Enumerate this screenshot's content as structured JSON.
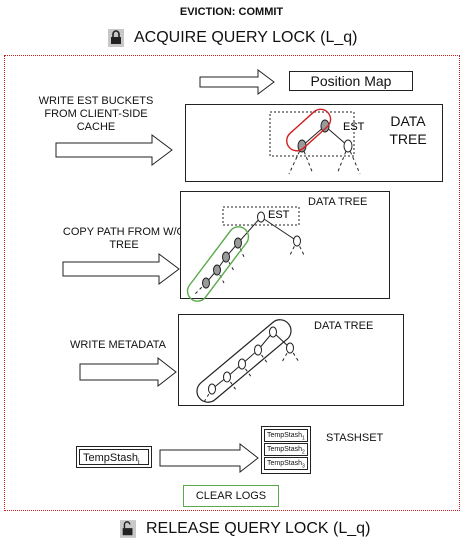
{
  "title": "EVICTION: COMMIT",
  "acquire_lock": "ACQUIRE QUERY LOCK (L_q)",
  "release_lock": "RELEASE QUERY LOCK (L_q)",
  "steps": {
    "position_map": "Position Map",
    "write_est": "WRITE EST BUCKETS FROM CLIENT-SIDE CACHE",
    "copy_path": "COPY PATH FROM W/O TREE",
    "write_metadata": "WRITE METADATA"
  },
  "trees": {
    "tree1_label_line1": "DATA",
    "tree1_label_line2": "TREE",
    "tree2_label": "DATA TREE",
    "tree3_label": "DATA TREE",
    "est": "EST"
  },
  "stash": {
    "temp_stash": "TempStash",
    "temp_stash_sub": "i",
    "stashset_label": "STASHSET",
    "rows": [
      {
        "text": "TempStash",
        "sub": "1"
      },
      {
        "text": "TempStash",
        "sub": "2"
      },
      {
        "text": "TempStash",
        "sub": "3"
      }
    ]
  },
  "clear_logs": "CLEAR LOGS",
  "colors": {
    "dotted_border": "#cc2222",
    "est_highlight": "#d02020",
    "copy_highlight": "#5aaa4a",
    "node_fill": "#9a9a9a"
  }
}
